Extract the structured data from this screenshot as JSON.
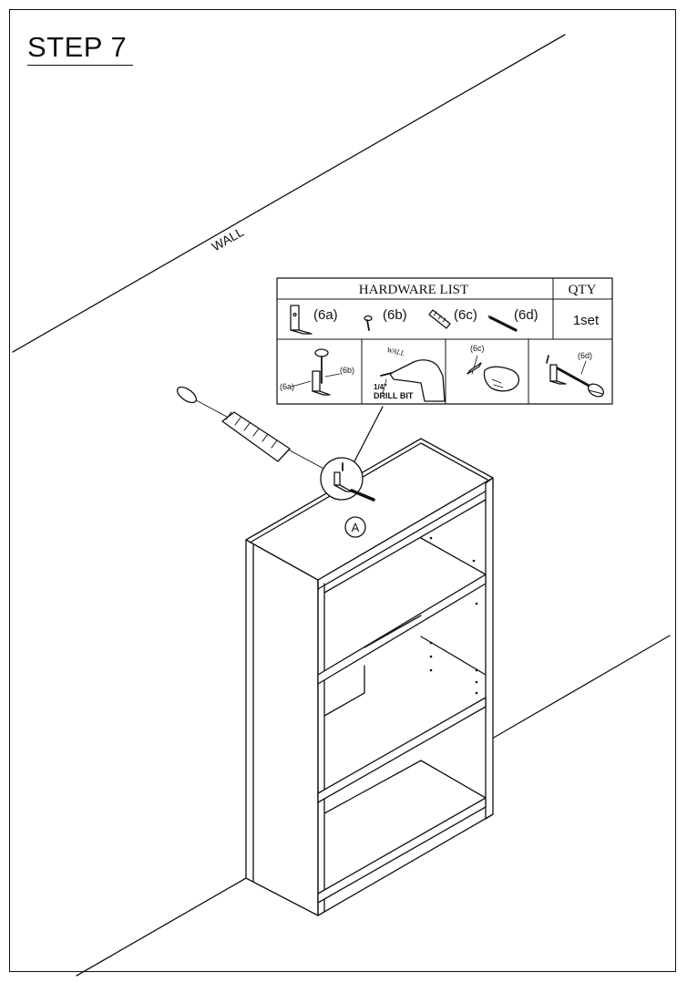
{
  "step_title": "STEP 7",
  "wall_label": "WALL",
  "hardware_list": {
    "header": "HARDWARE LIST",
    "qty_header": "QTY",
    "parts": [
      "(6a)",
      "(6b)",
      "(6c)",
      "(6d)"
    ],
    "qty_value": "1set"
  },
  "install_steps": {
    "step1_labels": [
      "(6a)",
      "(6b)"
    ],
    "step2_wall_text": "WALL",
    "step2_drill_line1": "1/4\"",
    "step2_drill_line2": "DRILL BIT",
    "step3_label": "(6c)",
    "step4_label": "(6d)"
  },
  "callout_label": "A"
}
